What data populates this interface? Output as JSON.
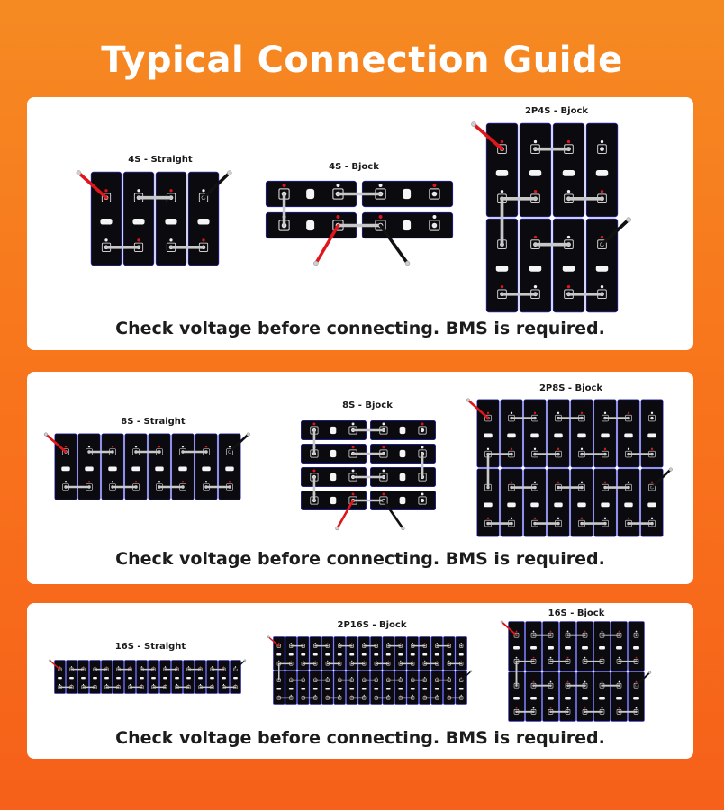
{
  "title": "Typical Connection Guide",
  "colors": {
    "background": "#f77a1e",
    "panel": "#ffffff",
    "cell": "#0b0b0f",
    "busbar": "#c8c8c8",
    "positive_cable": "#e0161b",
    "negative_cable": "#111111"
  },
  "sections": [
    {
      "caption": "Check voltage before connecting. BMS is required.",
      "diagrams": [
        {
          "label": "4S - Straight"
        },
        {
          "label": "4S - Bjock"
        },
        {
          "label": "2P4S - Bjock"
        }
      ]
    },
    {
      "caption": "Check voltage before connecting. BMS is required.",
      "diagrams": [
        {
          "label": "8S - Straight"
        },
        {
          "label": "8S - Bjock"
        },
        {
          "label": "2P8S - Bjock"
        }
      ]
    },
    {
      "caption": "Check voltage before connecting. BMS is required.",
      "diagrams": [
        {
          "label": "16S - Straight"
        },
        {
          "label": "2P16S - Bjock"
        },
        {
          "label": "16S - Bjock"
        }
      ]
    }
  ]
}
